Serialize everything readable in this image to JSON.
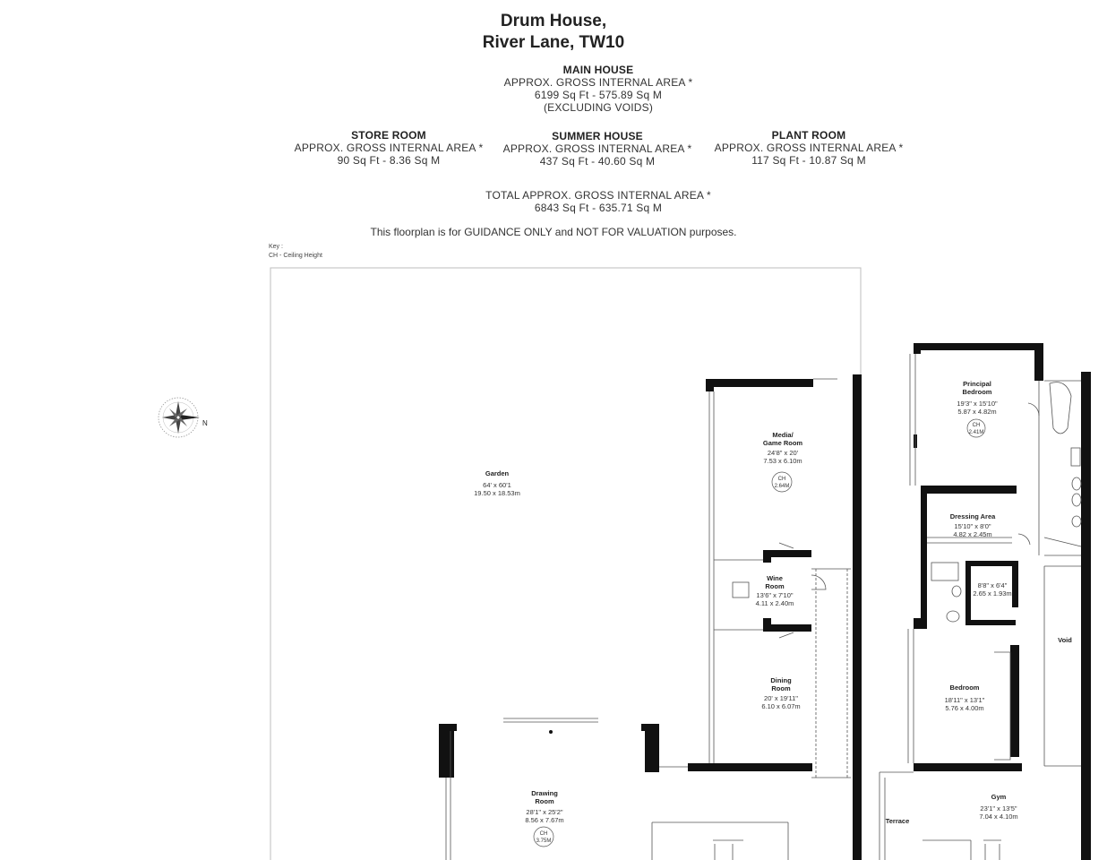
{
  "title": {
    "line1": "Drum House,",
    "line2": "River Lane, TW10"
  },
  "main_house": {
    "heading": "MAIN HOUSE",
    "label": "APPROX. GROSS INTERNAL  AREA *",
    "area": "6199 Sq Ft  -  575.89 Sq M",
    "note": "(EXCLUDING VOIDS)"
  },
  "store_room": {
    "heading": "STORE ROOM",
    "label": "APPROX. GROSS INTERNAL  AREA *",
    "area": "90 Sq Ft  -  8.36 Sq M"
  },
  "summer_house": {
    "heading": "SUMMER HOUSE",
    "label": "APPROX. GROSS INTERNAL  AREA *",
    "area": "437 Sq Ft  -  40.60 Sq M"
  },
  "plant_room": {
    "heading": "PLANT ROOM",
    "label": "APPROX. GROSS INTERNAL  AREA *",
    "area": "117 Sq Ft  -  10.87 Sq M"
  },
  "total": {
    "label": "TOTAL  APPROX. GROSS INTERNAL  AREA *",
    "area": "6843 Sq Ft  -  635.71 Sq M"
  },
  "guidance": "This floorplan is for GUIDANCE ONLY and NOT FOR VALUATION purposes.",
  "key": {
    "title": "Key :",
    "ch": "CH - Ceiling Height"
  },
  "compass": {
    "north": "N"
  },
  "rooms": {
    "garden": {
      "name": "Garden",
      "imperial": "64' x 60'1",
      "metric": "19.50 x 18.53m"
    },
    "media": {
      "name1": "Media/",
      "name2": "Game Room",
      "imperial": "24'8\" x 20'",
      "metric": "7.53 x 6.10m",
      "ch": "CH",
      "ch_value": "2.64M"
    },
    "wine": {
      "name1": "Wine",
      "name2": "Room",
      "imperial": "13'6\" x 7'10\"",
      "metric": "4.11 x 2.40m"
    },
    "dining": {
      "name1": "Dining",
      "name2": "Room",
      "imperial": "20' x 19'11\"",
      "metric": "6.10 x 6.07m"
    },
    "drawing": {
      "name1": "Drawing",
      "name2": "Room",
      "imperial": "28'1\" x 25'2\"",
      "metric": "8.56 x 7.67m",
      "ch": "CH",
      "ch_value": "3.75M"
    },
    "principal": {
      "name1": "Principal",
      "name2": "Bedroom",
      "imperial": "19'3\" x 15'10\"",
      "metric": "5.87 x 4.82m",
      "ch": "CH",
      "ch_value": "2.41M"
    },
    "dressing": {
      "name": "Dressing Area",
      "imperial": "15'10\" x 8'0\"",
      "metric": "4.82 x 2.45m"
    },
    "small": {
      "imperial": "8'8\" x 6'4\"",
      "metric": "2.65 x 1.93m"
    },
    "void": {
      "name": "Void"
    },
    "bedroom": {
      "name": "Bedroom",
      "imperial": "18'11\" x 13'1\"",
      "metric": "5.76 x 4.00m"
    },
    "gym": {
      "name": "Gym",
      "imperial": "23'1\" x 13'5\"",
      "metric": "7.04 x 4.10m"
    },
    "terrace": {
      "name": "Terrace"
    }
  }
}
